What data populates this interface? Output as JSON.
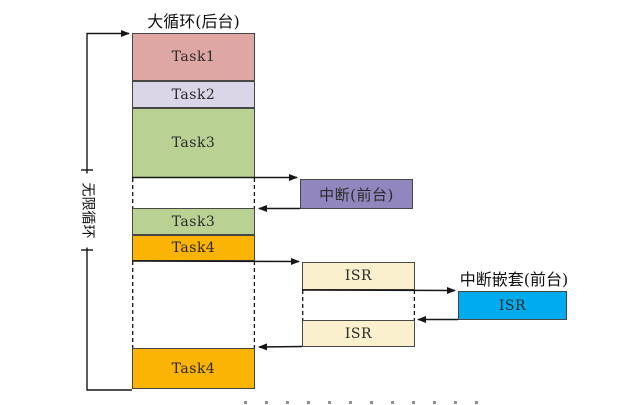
{
  "diagram": {
    "title": "大循环(后台)",
    "infinite_loop_label": "无限循环",
    "nested_interrupt_title": "中断嵌套(前台)",
    "background_blocks": [
      {
        "label": "Task1",
        "color": "#dfa7a3"
      },
      {
        "label": "Task2",
        "color": "#dbd5e8"
      },
      {
        "label": "Task3",
        "color": "#b9d294"
      },
      {
        "label": "Task3",
        "color": "#b9d294"
      },
      {
        "label": "Task4",
        "color": "#fbb304"
      },
      {
        "label": "Task4",
        "color": "#fbb304"
      }
    ],
    "interrupt_box": {
      "label": "中断(前台)",
      "color": "#9186be"
    },
    "isr_boxes": [
      {
        "label": "ISR",
        "color": "#fbf0cd"
      },
      {
        "label": "ISR",
        "color": "#fbf0cd"
      }
    ],
    "nested_isr_box": {
      "label": "ISR",
      "color": "#00acee"
    },
    "line_color": "#161616",
    "border_color": "#474747"
  }
}
